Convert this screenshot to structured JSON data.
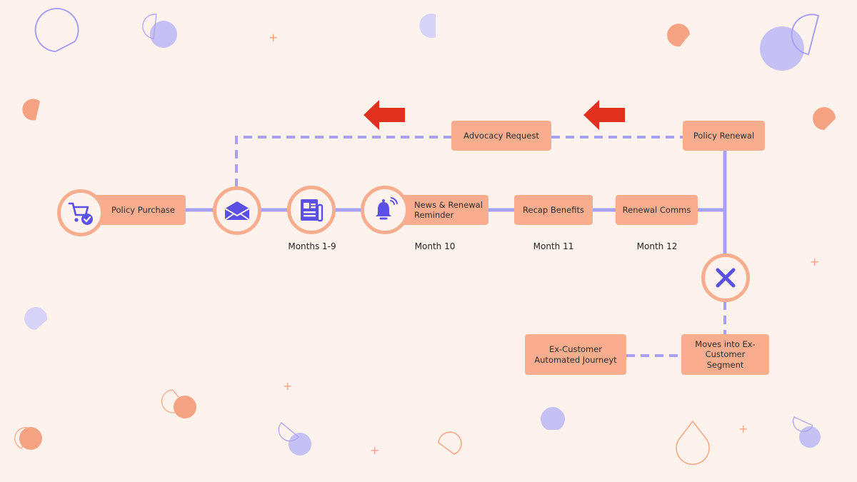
{
  "colors": {
    "background": "#fdf3ec",
    "box": "#f9ad8f",
    "line": "#a7a0f5",
    "icon": "#5b50e6",
    "arrow": "#e2301e",
    "deco_purple": "#c6c1f5",
    "deco_orange": "#f6a384"
  },
  "steps": {
    "policy_purchase": "Policy Purchase",
    "news_renewal": "News & Renewal Reminder",
    "recap_benefits": "Recap Benefits",
    "renewal_comms": "Renewal Comms",
    "policy_renewal": "Policy Renewal",
    "advocacy_request": "Advocacy Request",
    "ex_customer_segment": "Moves into Ex-Customer Segment",
    "ex_customer_journey": "Ex-Customer Automated Journeyt"
  },
  "months": {
    "m1_9": "Months 1-9",
    "m10": "Month 10",
    "m11": "Month 11",
    "m12": "Month 12"
  },
  "icons": {
    "purchase": "shopping-cart-check-icon",
    "email": "envelope-icon",
    "newsletter": "newspaper-icon",
    "reminder": "bell-icon",
    "churn": "close-icon",
    "back_arrow": "arrow-left-icon"
  }
}
